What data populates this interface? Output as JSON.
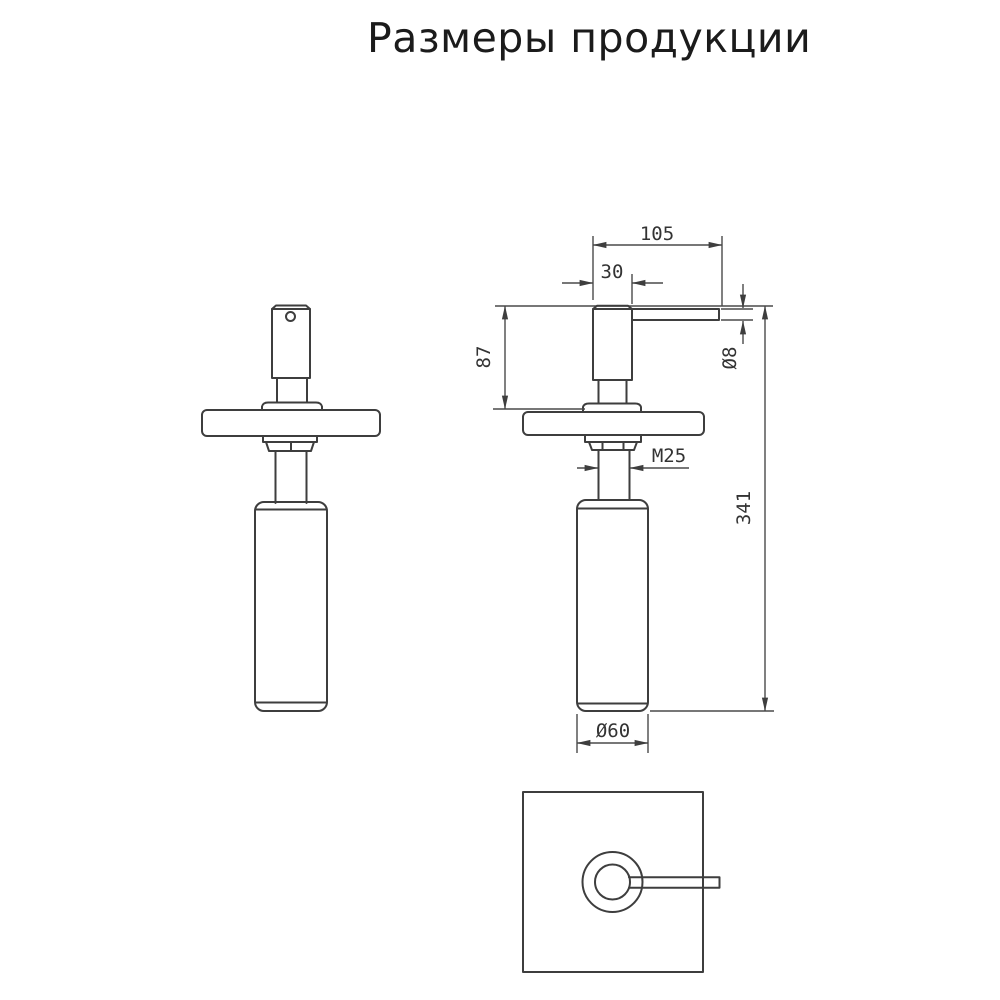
{
  "title": "Размеры продукции",
  "dimensions": {
    "spout_length": "105",
    "pump_head_width": "30",
    "pump_height_above_deck": "87",
    "spout_diameter": "Ø8",
    "thread_size": "M25",
    "overall_height": "341",
    "bottle_diameter": "Ø60"
  },
  "colors": {
    "background": "#ffffff",
    "figure_line": "#3e3e3e",
    "dimension_line": "#4a4a4a",
    "dimension_text": "#333333",
    "title_text": "#1b1b1b"
  }
}
